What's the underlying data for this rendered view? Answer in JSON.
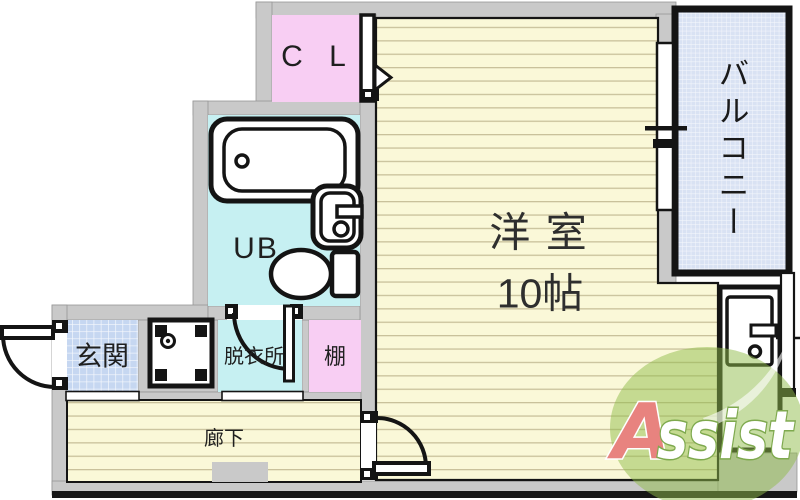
{
  "plan": {
    "rooms": {
      "closet": {
        "label": "C L"
      },
      "unit_bath": {
        "label": "UB"
      },
      "main_room": {
        "name": "洋 室",
        "size": "10帖"
      },
      "balcony": {
        "label": "バルコニー"
      },
      "entrance": {
        "label": "玄関"
      },
      "dressing_room": {
        "label": "脱衣所"
      },
      "shelf": {
        "label": "棚"
      },
      "corridor": {
        "label": "廊下"
      }
    }
  },
  "logo": {
    "first_letter": "A",
    "rest": "ssist"
  },
  "colors": {
    "wall_gray": "#C9C9C9",
    "floor_yellow": "#FAF8D8",
    "floor_line": "#C9C19B",
    "room_cyan": "#C6F0F2",
    "room_pink": "#F8CEF3",
    "entrance_blue": "#C6D7F1",
    "balcony_blue": "#D9E2F3",
    "outline_black": "#141414",
    "logo_green": "#8FBC4A",
    "logo_red": "#E8837F"
  }
}
